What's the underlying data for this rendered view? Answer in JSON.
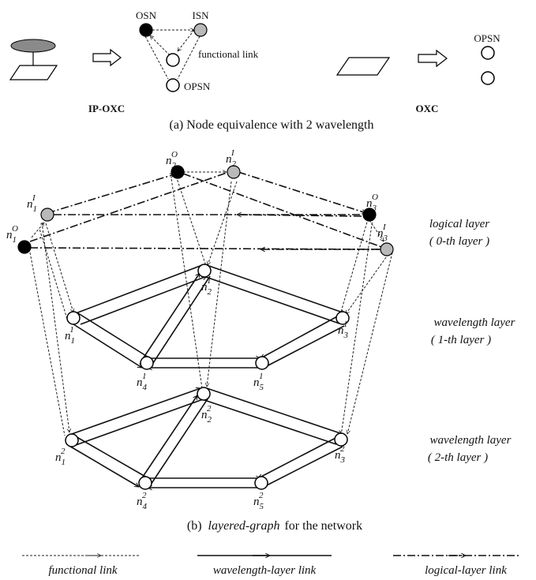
{
  "part_a": {
    "legend_osn": "OSN",
    "legend_isn": "ISN",
    "legend_opsn": "OPSN",
    "functional_link_label": "functional link",
    "ipoxc_label": "IP-OXC",
    "oxc_label": "OXC",
    "oxc_opsn_label": "OPSN",
    "caption": "(a) Node equivalence with 2 wavelength"
  },
  "part_b": {
    "nodes": {
      "n2_o": {
        "base": "n",
        "sub": "2",
        "sup": "O"
      },
      "n2_i": {
        "base": "n",
        "sub": "2",
        "sup": "I"
      },
      "n1_i": {
        "base": "n",
        "sub": "1",
        "sup": "I"
      },
      "n3_o": {
        "base": "n",
        "sub": "3",
        "sup": "O"
      },
      "n1_o": {
        "base": "n",
        "sub": "1",
        "sup": "O"
      },
      "n3_i": {
        "base": "n",
        "sub": "3",
        "sup": "I"
      },
      "l1_n2": {
        "base": "n",
        "sub": "2",
        "sup": "1"
      },
      "l1_n1": {
        "base": "n",
        "sub": "1",
        "sup": "1"
      },
      "l1_n3": {
        "base": "n",
        "sub": "3",
        "sup": "1"
      },
      "l1_n4": {
        "base": "n",
        "sub": "4",
        "sup": "1"
      },
      "l1_n5": {
        "base": "n",
        "sub": "5",
        "sup": "1"
      },
      "l2_n2": {
        "base": "n",
        "sub": "2",
        "sup": "2"
      },
      "l2_n1": {
        "base": "n",
        "sub": "1",
        "sup": "2"
      },
      "l2_n3": {
        "base": "n",
        "sub": "3",
        "sup": "2"
      },
      "l2_n4": {
        "base": "n",
        "sub": "4",
        "sup": "2"
      },
      "l2_n5": {
        "base": "n",
        "sub": "5",
        "sup": "2"
      }
    },
    "layer_labels": {
      "logical_line1": "logical layer",
      "logical_line2": "( 0-th layer )",
      "wave1_line1": "wavelength layer",
      "wave1_line2": "( 1-th layer )",
      "wave2_line1": "wavelength layer",
      "wave2_line2": "( 2-th layer )"
    },
    "caption_prefix": "(b)",
    "caption_italic": "layered-graph",
    "caption_suffix": "for the network"
  },
  "legend": {
    "functional_link": "functional link",
    "wavelength_layer_link": "wavelength-layer link",
    "logical_layer_link": "logical-layer link"
  }
}
